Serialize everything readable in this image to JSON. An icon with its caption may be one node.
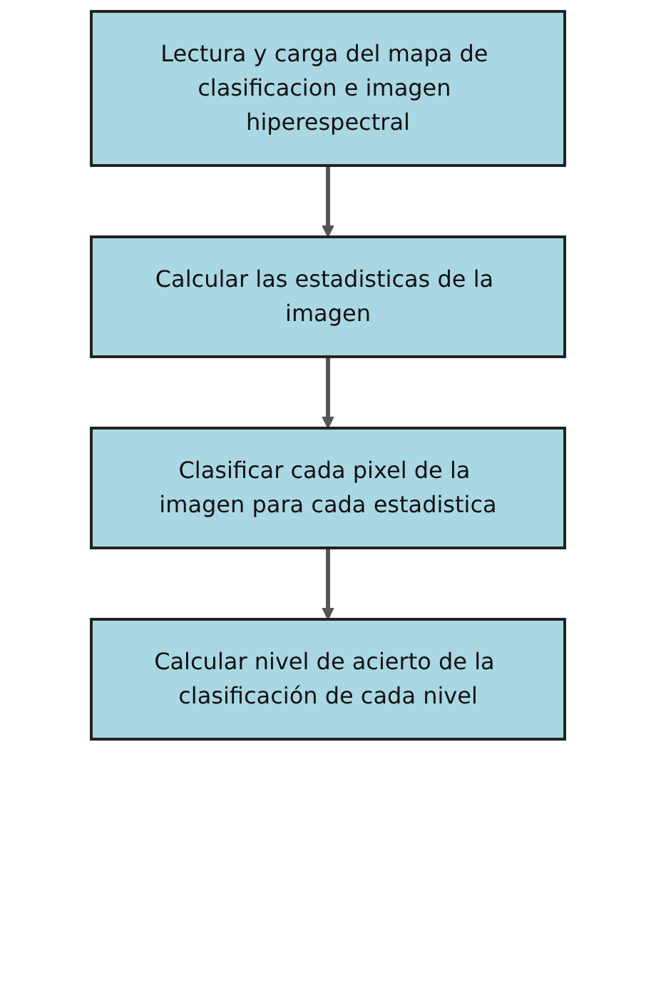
{
  "diagram": {
    "nodes": [
      {
        "text": [
          "Lectura y carga del mapa de clasificacion e imagen hiperespectral"
        ]
      },
      {
        "text": [
          "Calcular las estadisticas de la imagen"
        ]
      },
      {
        "text": [
          "Clasificar cada pixel de la imagen para cada estadistica"
        ]
      },
      {
        "text": [
          "Calcular nivel de acierto de la clasificación de cada nivel"
        ]
      }
    ],
    "edges": [
      {
        "from": 0,
        "to": 1,
        "arrow": "to"
      },
      {
        "from": 1,
        "to": 2,
        "arrow": "to"
      },
      {
        "from": 2,
        "to": 3,
        "arrow": "to"
      }
    ]
  }
}
